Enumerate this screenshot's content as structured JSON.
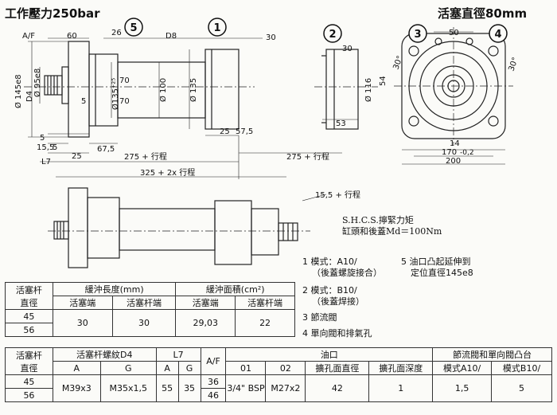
{
  "header": {
    "left_title": "工作壓力250bar",
    "right_title": "活塞直徑80mm"
  },
  "callouts": [
    "5",
    "1",
    "2",
    "3",
    "4"
  ],
  "dims": {
    "af": "A/F",
    "d4": "D4",
    "d8": "D8",
    "d60": "60",
    "d26": "26",
    "d30a": "30",
    "d30b": "30",
    "d50": "50",
    "phi145": "Ø 145e8",
    "phi95": "Ø 95e8",
    "phi135h": "Ø135⁺²⁵",
    "phi100": "Ø 100",
    "phi135": "Ø 135",
    "d70a": "70",
    "d70b": "70",
    "d5a": "5",
    "d5b": "5",
    "d15_5": "15,5",
    "d67_5": "67,5",
    "d25a": "25",
    "d25b": "25",
    "d57_5": "57,5",
    "d5c": "5",
    "l7": "L7",
    "d275a": "275 + 行程",
    "d275b": "275 + 行程",
    "d325": "325 + 2x 行程",
    "d15_5b": "15,5 + 行程",
    "phi116": "Ø 116",
    "d54": "54",
    "d53": "53",
    "d14": "14",
    "d170": "170",
    "tol": "-0,2",
    "d200": "200",
    "ang30a": "30°",
    "ang30b": "30°"
  },
  "shcs": {
    "line1": "S.H.C.S.擰緊力矩",
    "line2": "缸頭和後蓋Md＝100Nm"
  },
  "notes": [
    "1  模式：A10/",
    "（後蓋螺旋接合）",
    "2  模式：B10/",
    "（後蓋焊接）",
    "3  節流閥",
    "4  單向閥和排氣孔",
    "5  油口凸起延伸到",
    "定位直徑145e8"
  ],
  "table1": {
    "h_rod": "活塞杆",
    "h_rod2": "直徑",
    "h_cushion_len": "緩沖長度(mm)",
    "h_cushion_area": "緩沖面積(cm²)",
    "h_piston_end": "活塞端",
    "h_rod_end": "活塞杆端",
    "h_piston_end2": "活塞端",
    "h_rod_end2": "活塞杆端",
    "r45": "45",
    "r56": "56",
    "v1": "30",
    "v2": "30",
    "v3": "29,03",
    "v4": "22"
  },
  "table2": {
    "h_rod": "活塞杆",
    "h_rod2": "直徑",
    "h_thread": "活塞杆螺紋D4",
    "h_l7": "L7",
    "h_af": "A/F",
    "h_port": "油口",
    "h_valve": "節流閥和單向閥凸台",
    "s_a": "A",
    "s_g": "G",
    "s_a2": "A",
    "s_g2": "G",
    "s_01": "01",
    "s_02": "02",
    "s_diam": "擴孔面直徑",
    "s_depth": "擴孔面深度",
    "s_a10": "模式A10/",
    "s_b10": "模式B10/",
    "r45": "45",
    "r56": "56",
    "thread_a": "M39x3",
    "thread_g": "M35x1,5",
    "l7_a": "55",
    "l7_g": "35",
    "af1": "36",
    "af2": "46",
    "p01": "3/4\" BSP",
    "p02": "M27x2",
    "diam": "42",
    "depth": "1",
    "va10": "1,5",
    "vb10": "5"
  }
}
